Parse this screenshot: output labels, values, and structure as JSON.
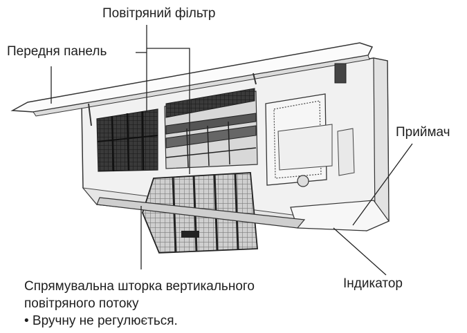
{
  "labels": {
    "air_filter": "Повітряний фільтр",
    "front_panel": "Передня панель",
    "receiver": "Приймач",
    "indicator": "Індикатор",
    "louver_line1": "Спрямувальна шторка вертикального",
    "louver_line2": "повітряного потоку",
    "louver_note": "• Вручну не регулюється."
  }
}
